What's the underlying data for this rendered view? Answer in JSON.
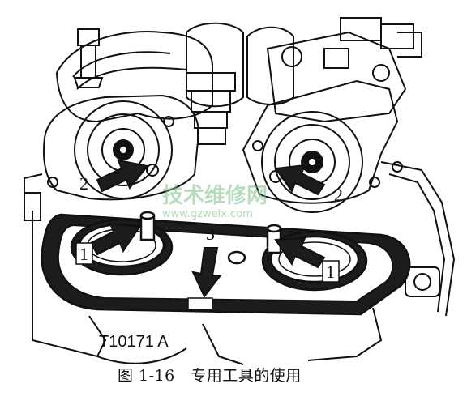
{
  "figure": {
    "callouts": {
      "label_1_left": "1",
      "label_1_right": "1",
      "label_2_left": "2",
      "label_2_right": "2",
      "label_3": "3"
    },
    "tool_code": "T10171 A",
    "caption": "图 1-16　专用工具的使用",
    "watermark": {
      "text": "技术维修网",
      "url": "www.gzweix.com"
    },
    "icons": [
      "arrow-icon",
      "camshaft-pulley",
      "engine-drawing",
      "special-tool-plate"
    ]
  }
}
